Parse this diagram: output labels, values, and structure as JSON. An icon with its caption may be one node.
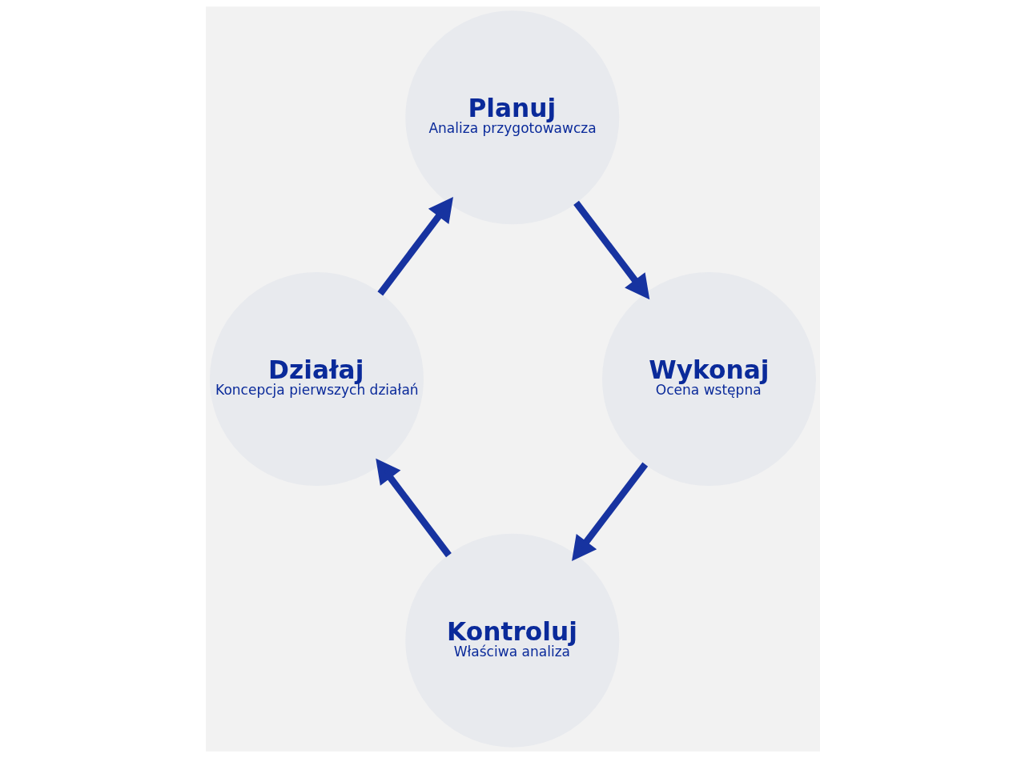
{
  "diagram": {
    "nodes": [
      {
        "text": [
          "Planuj",
          "Analiza przygotowawcza"
        ]
      },
      {
        "text": [
          "Wykonaj",
          "Ocena wstępna"
        ]
      },
      {
        "text": [
          "Kontroluj",
          "Właściwa analiza"
        ]
      },
      {
        "text": [
          "Działaj",
          "Koncepcja pierwszych działań"
        ]
      }
    ],
    "edges": [
      {
        "from": 0,
        "to": 1,
        "arrow": "to"
      },
      {
        "from": 1,
        "to": 2,
        "arrow": "to"
      },
      {
        "from": 2,
        "to": 3,
        "arrow": "to"
      },
      {
        "from": 3,
        "to": 0,
        "arrow": "to"
      }
    ]
  }
}
